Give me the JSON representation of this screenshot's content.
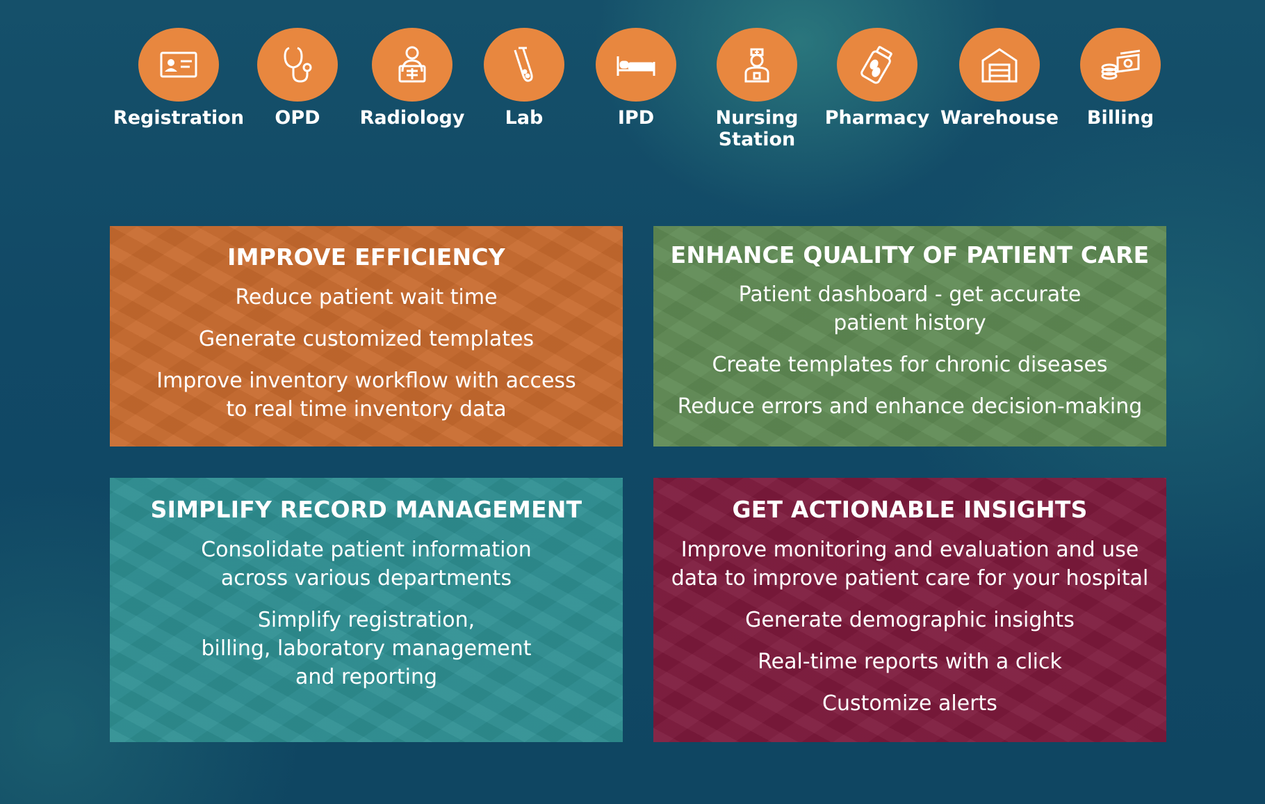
{
  "modules": [
    {
      "label": "Registration",
      "icon": "id-card-icon"
    },
    {
      "label": "OPD",
      "icon": "stethoscope-icon"
    },
    {
      "label": "Radiology",
      "icon": "xray-icon"
    },
    {
      "label": "Lab",
      "icon": "test-tube-icon"
    },
    {
      "label": "IPD",
      "icon": "hospital-bed-icon"
    },
    {
      "label": "Nursing\nStation",
      "icon": "nurse-icon"
    },
    {
      "label": "Pharmacy",
      "icon": "pill-bottle-icon"
    },
    {
      "label": "Warehouse",
      "icon": "warehouse-icon"
    },
    {
      "label": "Billing",
      "icon": "money-stack-icon"
    }
  ],
  "cards": {
    "efficiency": {
      "title": "IMPROVE EFFICIENCY",
      "items": [
        "Reduce patient wait time",
        "Generate customized templates",
        "Improve inventory workflow with access\nto real time inventory data"
      ]
    },
    "quality": {
      "title": "ENHANCE QUALITY OF PATIENT CARE",
      "items": [
        "Patient dashboard - get accurate\npatient history",
        "Create templates for chronic diseases",
        "Reduce errors and enhance decision-making"
      ]
    },
    "records": {
      "title": "SIMPLIFY RECORD MANAGEMENT",
      "items": [
        "Consolidate patient information\nacross various departments",
        "Simplify registration,\nbilling, laboratory management\nand reporting"
      ]
    },
    "insights": {
      "title": "GET ACTIONABLE INSIGHTS",
      "items": [
        "Improve monitoring and evaluation and use\ndata to improve patient care for your hospital",
        "Generate demographic insights",
        "Real-time reports with a click",
        "Customize alerts"
      ]
    }
  },
  "colors": {
    "icon_circle": "#e8873f",
    "efficiency_card": "#c86b2e",
    "quality_card": "#5f8a54",
    "records_card": "#2e8f92",
    "insights_card": "#7d1a3c",
    "background": "#114966"
  }
}
